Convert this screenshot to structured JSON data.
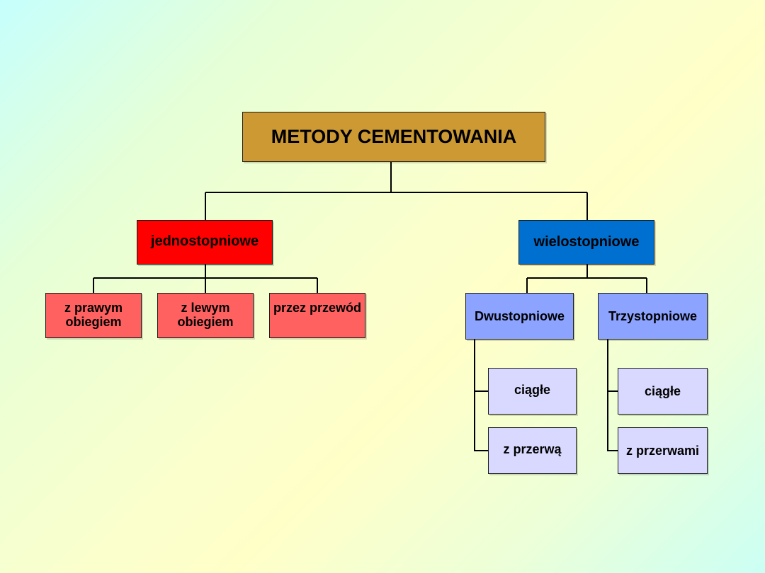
{
  "root": {
    "label": "METODY CEMENTOWANIA"
  },
  "branches": {
    "single": {
      "label": "jednostopniowe",
      "children": [
        {
          "label": "z prawym obiegiem"
        },
        {
          "label": "z lewym obiegiem"
        },
        {
          "label": "przez przewód"
        }
      ]
    },
    "multi": {
      "label": "wielostopniowe",
      "two_stage": {
        "label": "Dwustopniowe",
        "children": [
          {
            "label": "ciągłe"
          },
          {
            "label": "z przerwą"
          }
        ]
      },
      "three_stage": {
        "label": "Trzystopniowe",
        "children": [
          {
            "label": "ciągłe"
          },
          {
            "label": "z przerwami"
          }
        ]
      }
    }
  },
  "colors": {
    "root": "#cc9933",
    "single_branch": "#ff0000",
    "single_leaves": "#ff6060",
    "multi_branch": "#0070d0",
    "multi_sub": "#8ca3ff",
    "multi_leaves": "#d9d9ff",
    "connector": "#000000"
  }
}
